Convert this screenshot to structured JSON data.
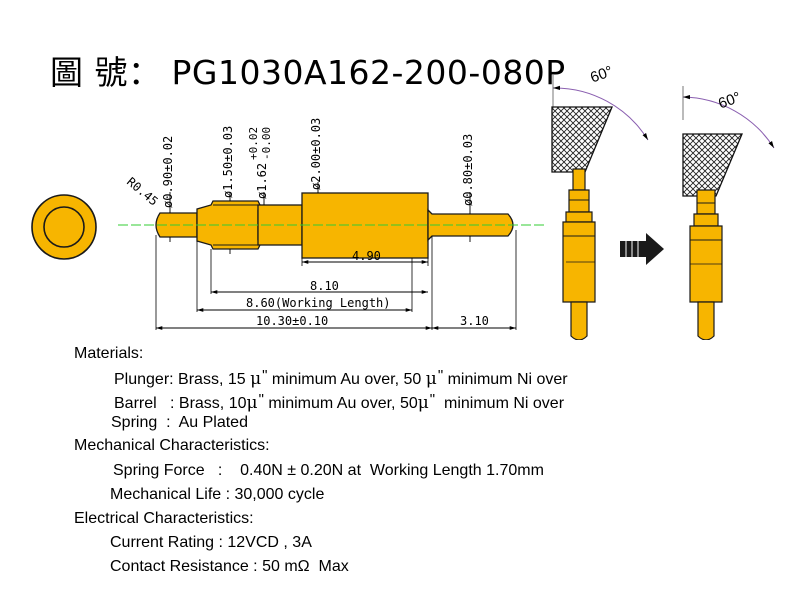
{
  "title": {
    "label": "圖  號：",
    "part_number": "PG1030A162-200-080P"
  },
  "drawing": {
    "diameters": {
      "d_tip": "ø0.90±0.02",
      "d_plunger": "ø1.50±0.03",
      "d_collar_main": "ø1.62",
      "d_collar_upper": "+0.02",
      "d_collar_lower": "-0.00",
      "d_barrel": "ø2.00±0.03",
      "d_tail": "ø0.80±0.03"
    },
    "radius": "R0.45",
    "dims": {
      "barrel_len": "4.90",
      "len_810": "8.10",
      "working": "8.60(Working Length)",
      "total": "10.30±0.10",
      "tail_len": "3.10"
    },
    "angles": {
      "before": "60°",
      "after": "60°"
    },
    "colors": {
      "gold": "#F7B500",
      "outline": "#1a1a1a",
      "centerline": "#33cc33"
    }
  },
  "specs": {
    "materials_heading": "Materials:",
    "plunger": {
      "label": "Plunger: Brass, 15 ",
      "mu1": "μ",
      "q1": "\"",
      "mid": " minimum Au over,  50 ",
      "mu2": "μ",
      "q2": "\"",
      "end": " minimum Ni over"
    },
    "barrel": {
      "label": "Barrel   : Brass, 10",
      "mu1": "μ",
      "q1": "\"",
      "mid": " minimum Au over,  50",
      "mu2": "μ",
      "q2": "\"",
      "end": "  minimum Ni over"
    },
    "spring": "Spring  :  Au Plated",
    "mechanical_heading": "Mechanical Characteristics:",
    "spring_force": "Spring Force   :    0.40N ± 0.20N at  Working Length 1.70mm",
    "mechanical_life": "Mechanical Life : 30,000 cycle",
    "electrical_heading": "Electrical Characteristics:",
    "current_rating": "Current Rating : 12VCD , 3A",
    "contact_resistance": "Contact Resistance : 50 mΩ  Max"
  }
}
